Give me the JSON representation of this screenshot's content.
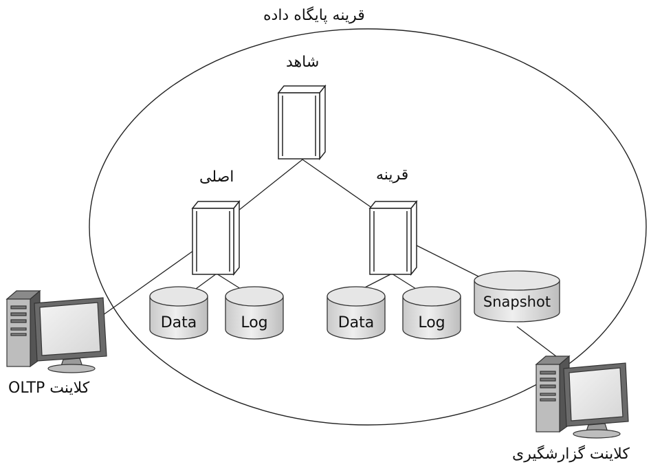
{
  "title": "قرینه پایگاه داده",
  "servers": {
    "witness": "شاهد",
    "principal": "اصلی",
    "mirror": "قرینه"
  },
  "disks": {
    "principal_data": "Data",
    "principal_log": "Log",
    "mirror_data": "Data",
    "mirror_log": "Log",
    "snapshot": "Snapshot"
  },
  "clients": {
    "oltp": "کلاینت OLTP",
    "reporting": "کلاینت گزارشگیری"
  }
}
